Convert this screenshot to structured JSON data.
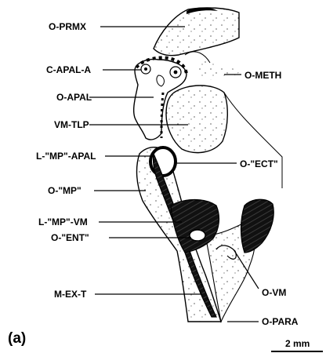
{
  "figure": {
    "panel_label": "(a)",
    "scale_bar_label": "2 mm",
    "labels": {
      "o_prmx": "O-PRMX",
      "c_apal_a": "C-APAL-A",
      "o_apal": "O-APAL",
      "vm_tlp": "VM-TLP",
      "l_mp_apal": "L-\"MP\"-APAL",
      "o_mp": "O-\"MP\"",
      "l_mp_vm": "L-\"MP\"-VM",
      "o_ent": "O-\"ENT\"",
      "m_ex_t": "M-EX-T",
      "o_meth": "O-METH",
      "o_ect": "O-\"ECT\"",
      "o_vm": "O-VM",
      "o_para": "O-PARA"
    }
  },
  "colors": {
    "ink": "#000000",
    "paper": "#ffffff"
  }
}
